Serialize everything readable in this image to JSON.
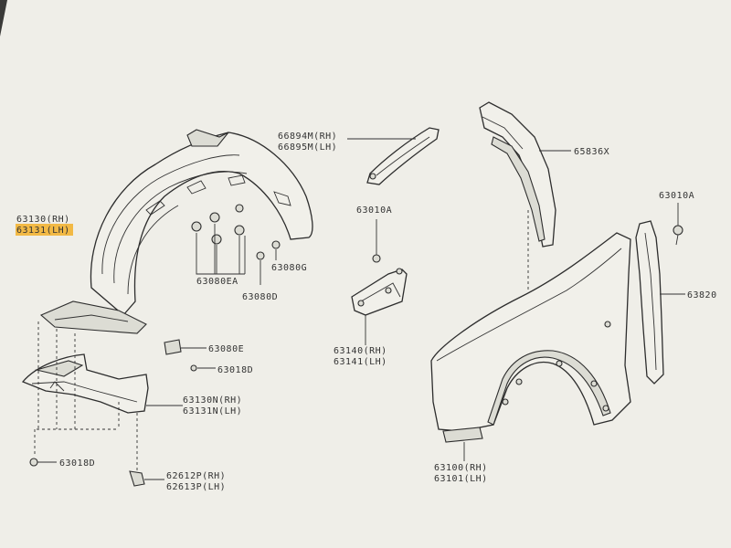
{
  "colors": {
    "paper": "#efeee8",
    "ink": "#2d2d2d",
    "highlight": "#f2b233",
    "frame": "#3a3a38"
  },
  "labels": {
    "l_66894m": "66894M(RH)",
    "l_66895m": "66895M(LH)",
    "l_65836x": "65836X",
    "l_63130": "63130(RH)",
    "l_63131": "63131(LH)",
    "l_63010a_center": "63010A",
    "l_63010a_right": "63010A",
    "l_63080ea": "63080EA",
    "l_63080g": "63080G",
    "l_63080d": "63080D",
    "l_63820": "63820",
    "l_63080e": "63080E",
    "l_63018d_mid": "63018D",
    "l_63140": "63140(RH)",
    "l_63141": "63141(LH)",
    "l_63130n": "63130N(RH)",
    "l_63131n": "63131N(LH)",
    "l_63018d_bottom": "63018D",
    "l_62612p": "62612P(RH)",
    "l_62613p": "62613P(LH)",
    "l_63100": "63100(RH)",
    "l_63101": "63101(LH)"
  }
}
